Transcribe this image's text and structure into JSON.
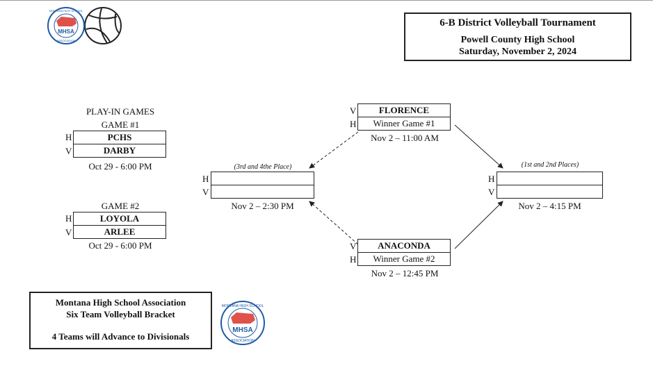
{
  "header": {
    "title": "6-B District Volleyball Tournament",
    "venue": "Powell County High School",
    "date": "Saturday, November 2, 2024"
  },
  "logo": {
    "icon": "mhsa-logo-icon",
    "text_top": "MONTANA HIGH SCHOOL",
    "text_mid": "MHSA",
    "text_bottom": "ASSOCIATION",
    "color_red": "#d9342b",
    "color_blue": "#1f5aa6"
  },
  "playin": {
    "heading": "PLAY-IN GAMES",
    "game1": {
      "label": "GAME #1",
      "home_tag": "H",
      "home": "PCHS",
      "visitor_tag": "V",
      "visitor": "DARBY",
      "time": "Oct 29 - 6:00 PM"
    },
    "game2": {
      "label": "GAME #2",
      "home_tag": "H",
      "home": "LOYOLA",
      "visitor_tag": "V",
      "visitor": "ARLEE",
      "time": "Oct 29 - 6:00 PM"
    }
  },
  "semis": {
    "top": {
      "visitor_tag": "V",
      "visitor": "FLORENCE",
      "home_tag": "H",
      "home": "Winner Game #1",
      "time": "Nov 2 – 11:00 AM"
    },
    "bottom": {
      "visitor_tag": "V",
      "visitor": "ANACONDA",
      "home_tag": "H",
      "home": "Winner Game #2",
      "time": "Nov 2 – 12:45 PM"
    }
  },
  "third_place": {
    "label": "(3rd and 4the Place)",
    "home_tag": "H",
    "visitor_tag": "V",
    "time": "Nov 2 – 2:30 PM"
  },
  "championship": {
    "label": "(1st and 2nd Places)",
    "home_tag": "H",
    "visitor_tag": "V",
    "time": "Nov 2 – 4:15 PM"
  },
  "info": {
    "line1": "Montana High School Association",
    "line2": "Six Team Volleyball Bracket",
    "line3": "4 Teams will Advance to Divisionals"
  }
}
